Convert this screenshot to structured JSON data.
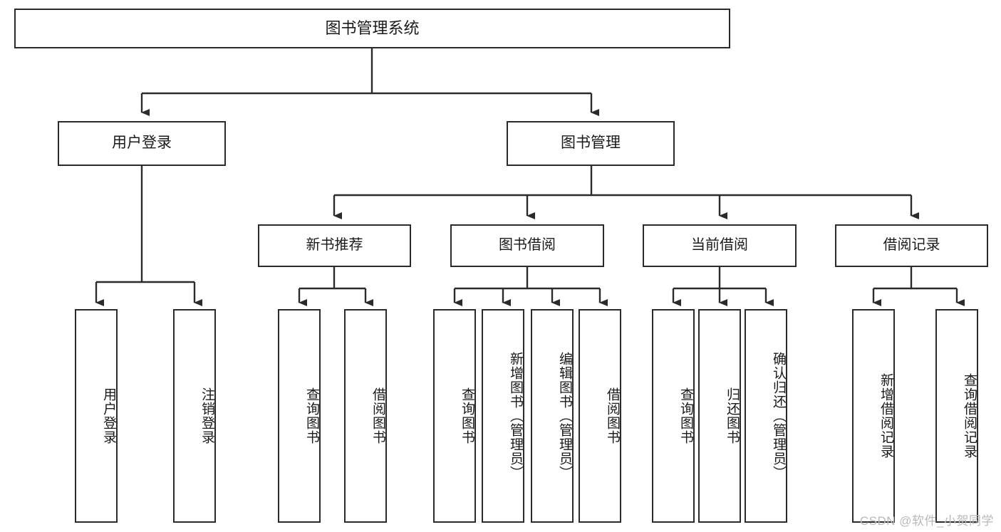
{
  "diagram": {
    "type": "tree",
    "title": "图书管理系统",
    "orientation": "top-down",
    "colors": {
      "box_border": "#2b2b2b",
      "box_fill": "#ffffff",
      "edge": "#2b2b2b",
      "text": "#1a1a1a",
      "watermark": "#b9b9b9"
    },
    "nodes": {
      "root": {
        "label": "图书管理系统"
      },
      "level1": [
        {
          "id": "user-login",
          "label": "用户登录"
        },
        {
          "id": "book-manage",
          "label": "图书管理"
        }
      ],
      "level2": [
        {
          "id": "new-book-recommend",
          "label": "新书推荐"
        },
        {
          "id": "book-borrow",
          "label": "图书借阅"
        },
        {
          "id": "current-borrow",
          "label": "当前借阅"
        },
        {
          "id": "borrow-record",
          "label": "借阅记录"
        }
      ],
      "leaves": {
        "user_login": [
          {
            "id": "leaf-user-login",
            "label": "用户登录"
          },
          {
            "id": "leaf-logout-login",
            "label": "注销登录"
          }
        ],
        "new_book_recommend": [
          {
            "id": "leaf-query-book-1",
            "label": "查询图书"
          },
          {
            "id": "leaf-borrow-book-1",
            "label": "借阅图书"
          }
        ],
        "book_borrow": [
          {
            "id": "leaf-query-book-2",
            "label": "查询图书"
          },
          {
            "id": "leaf-add-book",
            "label": "新增图书（管理员）"
          },
          {
            "id": "leaf-edit-book",
            "label": "编辑图书（管理员）"
          },
          {
            "id": "leaf-borrow-book-2",
            "label": "借阅图书"
          }
        ],
        "current_borrow": [
          {
            "id": "leaf-query-book-3",
            "label": "查询图书"
          },
          {
            "id": "leaf-return-book",
            "label": "归还图书"
          },
          {
            "id": "leaf-confirm-return",
            "label": "确认归还（管理员）"
          }
        ],
        "borrow_record": [
          {
            "id": "leaf-add-record",
            "label": "新增借阅记录"
          },
          {
            "id": "leaf-query-record",
            "label": "查询借阅记录"
          }
        ]
      }
    }
  },
  "watermark": {
    "text": "CSDN @软件_小贺同学"
  }
}
